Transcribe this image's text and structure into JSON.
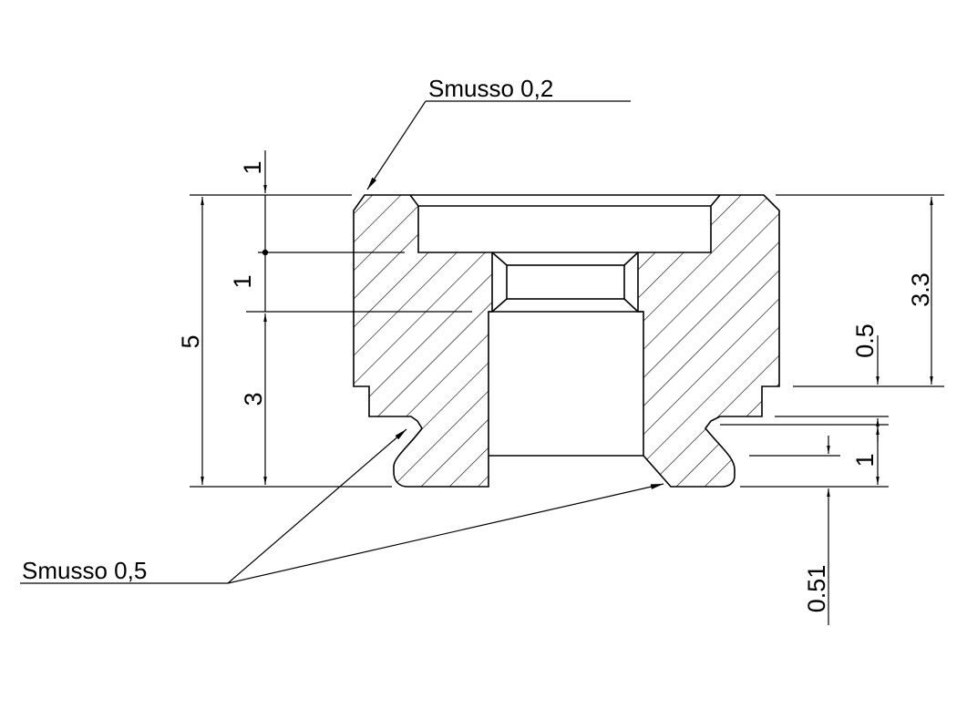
{
  "notes": {
    "chamfer_top": "Smusso 0,2",
    "chamfer_bottom": "Smusso 0,5"
  },
  "dimensions": {
    "left_top_small": "1",
    "left_mid": "1",
    "left_lower": "3",
    "left_overall": "5",
    "right_height": "3.3",
    "right_step": "0.5",
    "right_lower": "1",
    "right_bottom": "0.51"
  },
  "colors": {
    "line": "#000000",
    "background": "#ffffff"
  }
}
